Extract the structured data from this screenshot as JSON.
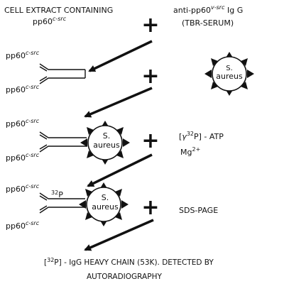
{
  "header": {
    "cell_extract_line1": "CELL EXTRACT CONTAINING",
    "cell_extract_line2_base": "pp60",
    "cell_extract_line2_sup": "c-src",
    "antibody_line1_pre": "anti-pp60",
    "antibody_line1_sup": "v-src",
    "antibody_line1_post": " Ig G",
    "antibody_line2": "(TBR-SERUM)"
  },
  "protein": {
    "base": "pp60",
    "sup": "c-src"
  },
  "bacterium": {
    "line1": "S.",
    "line2": "aureus"
  },
  "reagents": {
    "atp_prefix": "[",
    "atp_gamma": "γ",
    "atp_isotope": "32",
    "atp_suffix": "P] - ATP",
    "mg_base": "Mg",
    "mg_sup": "2+"
  },
  "label_32p": {
    "sup": "32",
    "base": "P"
  },
  "sds_page": "SDS-PAGE",
  "result": {
    "line1_pre": "[",
    "line1_sup": "32",
    "line1_post": "P] - IgG  HEAVY  CHAIN  (53K).  DETECTED  BY",
    "line2": "AUTORADIOGRAPHY"
  },
  "plus_sign": "+"
}
